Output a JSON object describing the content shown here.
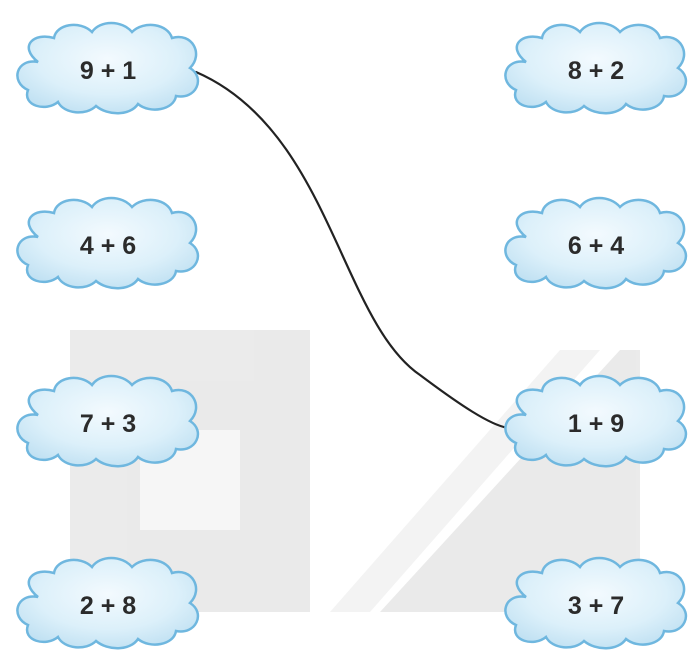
{
  "left_column": [
    {
      "expr": "9 + 1"
    },
    {
      "expr": "4 + 6"
    },
    {
      "expr": "7 + 3"
    },
    {
      "expr": "2 + 8"
    }
  ],
  "right_column": [
    {
      "expr": "8 + 2"
    },
    {
      "expr": "6 + 4"
    },
    {
      "expr": "1 + 9"
    },
    {
      "expr": "3 + 7"
    }
  ],
  "connections": [
    {
      "from": "9 + 1",
      "to": "1 + 9"
    }
  ],
  "colors": {
    "cloud_fill_light": "#f3fafe",
    "cloud_fill_dark": "#bfe0f2",
    "cloud_stroke": "#6fb7df",
    "connector": "#222222",
    "watermark": "#e6e6e6"
  }
}
